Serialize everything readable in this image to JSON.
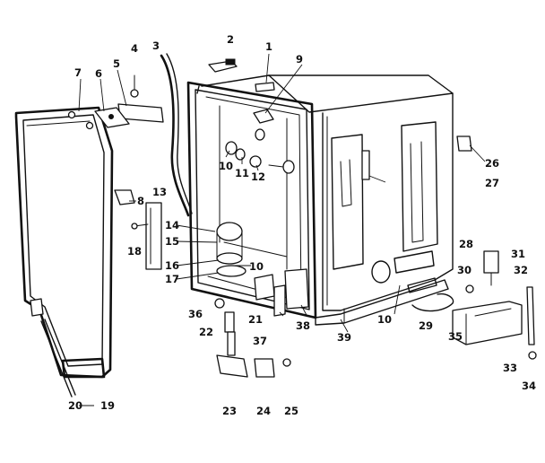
{
  "diagram": {
    "parts": [
      {
        "id": "p1",
        "label": "1"
      },
      {
        "id": "p2",
        "label": "2"
      },
      {
        "id": "p3",
        "label": "3"
      },
      {
        "id": "p4",
        "label": "4"
      },
      {
        "id": "p5",
        "label": "5"
      },
      {
        "id": "p6",
        "label": "6"
      },
      {
        "id": "p7",
        "label": "7"
      },
      {
        "id": "p8",
        "label": "8"
      },
      {
        "id": "p9",
        "label": "9"
      },
      {
        "id": "p10a",
        "label": "10"
      },
      {
        "id": "p10b",
        "label": "10"
      },
      {
        "id": "p10c",
        "label": "10"
      },
      {
        "id": "p11",
        "label": "11"
      },
      {
        "id": "p12",
        "label": "12"
      },
      {
        "id": "p13",
        "label": "13"
      },
      {
        "id": "p14",
        "label": "14"
      },
      {
        "id": "p15",
        "label": "15"
      },
      {
        "id": "p16",
        "label": "16"
      },
      {
        "id": "p17",
        "label": "17"
      },
      {
        "id": "p18",
        "label": "18"
      },
      {
        "id": "p19",
        "label": "19"
      },
      {
        "id": "p20",
        "label": "20"
      },
      {
        "id": "p21",
        "label": "21"
      },
      {
        "id": "p22",
        "label": "22"
      },
      {
        "id": "p23",
        "label": "23"
      },
      {
        "id": "p24",
        "label": "24"
      },
      {
        "id": "p25",
        "label": "25"
      },
      {
        "id": "p26",
        "label": "26"
      },
      {
        "id": "p27",
        "label": "27"
      },
      {
        "id": "p28",
        "label": "28"
      },
      {
        "id": "p29",
        "label": "29"
      },
      {
        "id": "p30",
        "label": "30"
      },
      {
        "id": "p31",
        "label": "31"
      },
      {
        "id": "p32",
        "label": "32"
      },
      {
        "id": "p33",
        "label": "33"
      },
      {
        "id": "p34",
        "label": "34"
      },
      {
        "id": "p35",
        "label": "35"
      },
      {
        "id": "p36",
        "label": "36"
      },
      {
        "id": "p37",
        "label": "37"
      },
      {
        "id": "p38",
        "label": "38"
      },
      {
        "id": "p39",
        "label": "39"
      }
    ]
  }
}
